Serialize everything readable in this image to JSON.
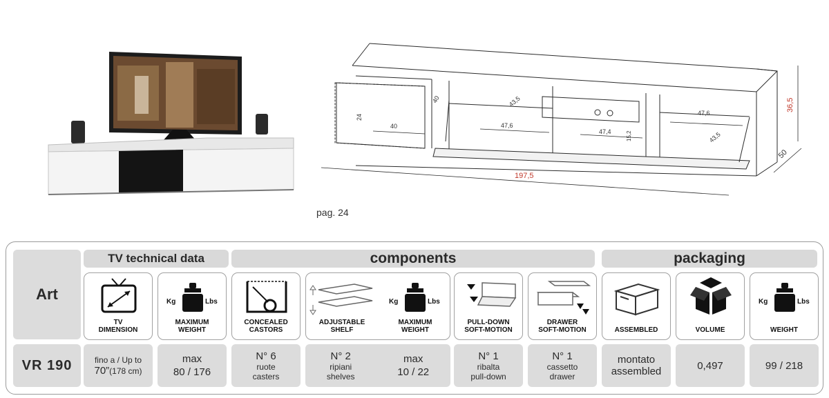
{
  "drawing": {
    "dims": {
      "total_width": "197,5",
      "height": "36,5",
      "depth": "50",
      "left_height": "24",
      "left_width": "40",
      "left_depth": "40",
      "inner_depth_a": "43,5",
      "inner_width_a": "47,6",
      "inner_width_b": "47,4",
      "drawer_height": "15,2",
      "right_width": "47,6",
      "right_depth": "43,5"
    }
  },
  "page_ref": "pag. 24",
  "table": {
    "art_label": "Art",
    "model": "VR 190",
    "groups": {
      "tv": "TV technical data",
      "components": "components",
      "packaging": "packaging"
    },
    "icons": [
      {
        "label": "TV\nDIMENSION",
        "icon": "tv-dimension-icon"
      },
      {
        "label": "MAXIMUM\nWEIGHT",
        "icon": "weight-icon"
      },
      {
        "label": "CONCEALED\nCASTORS",
        "icon": "castors-icon"
      },
      {
        "label": "ADJUSTABLE\nSHELF",
        "icon": "shelf-icon"
      },
      {
        "label": "MAXIMUM\nWEIGHT",
        "icon": "weight-icon"
      },
      {
        "label": "PULL-DOWN\nSOFT-MOTION",
        "icon": "pull-down-icon"
      },
      {
        "label": "DRAWER\nSOFT-MOTION",
        "icon": "drawer-icon"
      },
      {
        "label": "ASSEMBLED",
        "icon": "box-icon"
      },
      {
        "label": "VOLUME",
        "icon": "volume-icon"
      },
      {
        "label": "WEIGHT",
        "icon": "weight-icon"
      }
    ],
    "values": {
      "tv_dim": {
        "l1": "fino a / Up to",
        "l2": "70”",
        "l3": "(178 cm)"
      },
      "tv_weight": {
        "l1": "max",
        "l2": "80 / 176"
      },
      "castors": {
        "l1": "N° 6",
        "l2": "ruote",
        "l3": "casters"
      },
      "shelf": {
        "l1": "N° 2",
        "l2": "ripiani",
        "l3": "shelves"
      },
      "shelf_weight": {
        "l1": "max",
        "l2": "10 / 22"
      },
      "pulldown": {
        "l1": "N° 1",
        "l2": "ribalta",
        "l3": "pull-down"
      },
      "drawer": {
        "l1": "N° 1",
        "l2": "cassetto",
        "l3": "drawer"
      },
      "assembled": {
        "l1": "montato",
        "l2": "assembled"
      },
      "volume": {
        "l1": "0,497"
      },
      "weight": {
        "l1": "99 / 218"
      }
    },
    "weight_units": {
      "kg": "Kg",
      "lbs": "Lbs"
    }
  }
}
